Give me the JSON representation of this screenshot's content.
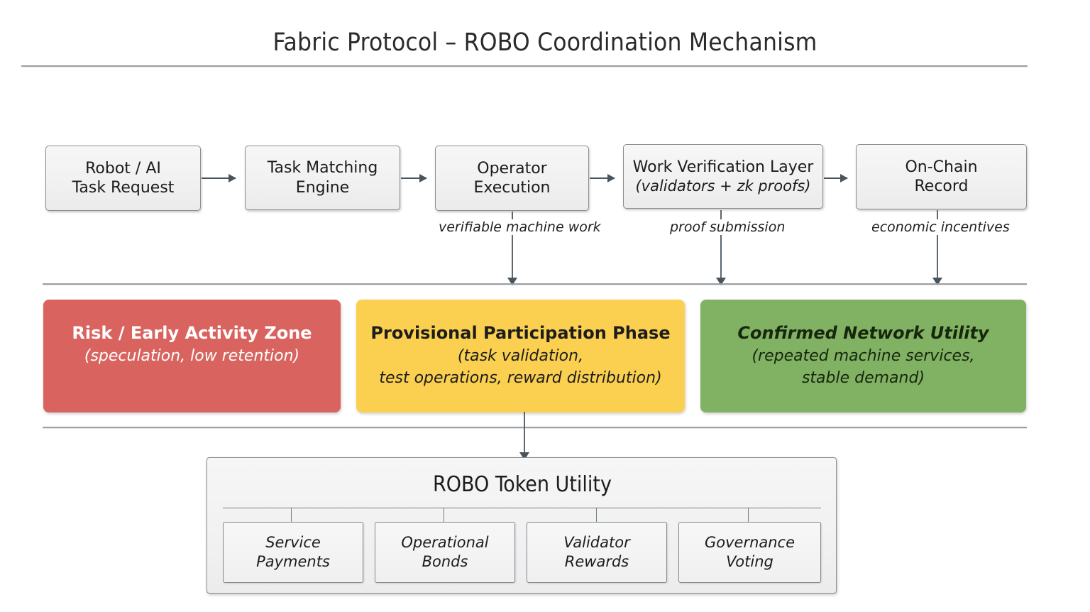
{
  "title": "Fabric Protocol – ROBO Coordination Mechanism",
  "colors": {
    "risk_zone": "#d9645f",
    "provisional_zone": "#fbd050",
    "confirmed_zone": "#81b163",
    "box_fill": "#f1f1f1",
    "box_border": "#8d8d8d",
    "arrow": "#4a545c",
    "rule": "#9aa0a6"
  },
  "flow": {
    "stages": [
      {
        "line1": "Robot / AI",
        "line2": "Task Request"
      },
      {
        "line1": "Task Matching",
        "line2": "Engine"
      },
      {
        "line1": "Operator",
        "line2": "Execution"
      },
      {
        "line1": "Work Verification Layer",
        "line2": "(validators + zk proofs)"
      },
      {
        "line1": "On-Chain",
        "line2": "Record"
      }
    ],
    "edge_labels": [
      "verifiable machine work",
      "proof submission",
      "economic incentives"
    ]
  },
  "zones": [
    {
      "title": "Risk / Early Activity Zone",
      "sub_lines": [
        "(speculation, low retention)"
      ]
    },
    {
      "title": "Provisional Participation Phase",
      "sub_lines": [
        "(task validation,",
        "test operations, reward distribution)"
      ]
    },
    {
      "title": "Confirmed Network Utility",
      "sub_lines": [
        "(repeated machine services,",
        "stable demand)"
      ]
    }
  ],
  "token": {
    "title": "ROBO Token Utility",
    "items": [
      {
        "line1": "Service",
        "line2": "Payments"
      },
      {
        "line1": "Operational",
        "line2": "Bonds"
      },
      {
        "line1": "Validator",
        "line2": "Rewards"
      },
      {
        "line1": "Governance",
        "line2": "Voting"
      }
    ]
  }
}
